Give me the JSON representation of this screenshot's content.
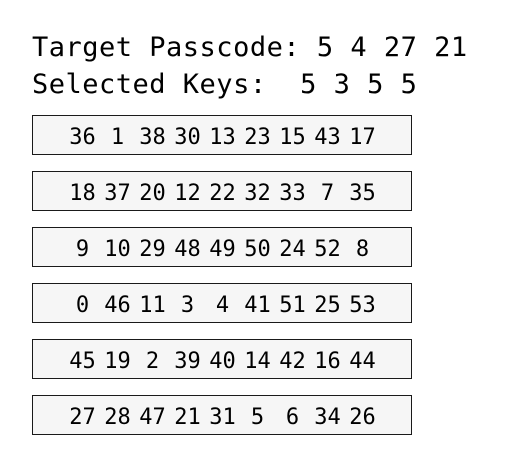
{
  "header": {
    "target_label": "Target Passcode:",
    "target_code": "5 4 27 21",
    "selected_label": "Selected Keys:",
    "selected_keys": "5 3 5 5"
  },
  "keypad": {
    "rows": [
      [
        "36",
        "1",
        "38",
        "30",
        "13",
        "23",
        "15",
        "43",
        "17"
      ],
      [
        "18",
        "37",
        "20",
        "12",
        "22",
        "32",
        "33",
        "7",
        "35"
      ],
      [
        "9",
        "10",
        "29",
        "48",
        "49",
        "50",
        "24",
        "52",
        "8"
      ],
      [
        "0",
        "46",
        "11",
        "3",
        "4",
        "41",
        "51",
        "25",
        "53"
      ],
      [
        "45",
        "19",
        "2",
        "39",
        "40",
        "14",
        "42",
        "16",
        "44"
      ],
      [
        "27",
        "28",
        "47",
        "21",
        "31",
        "5",
        "6",
        "34",
        "26"
      ]
    ]
  }
}
